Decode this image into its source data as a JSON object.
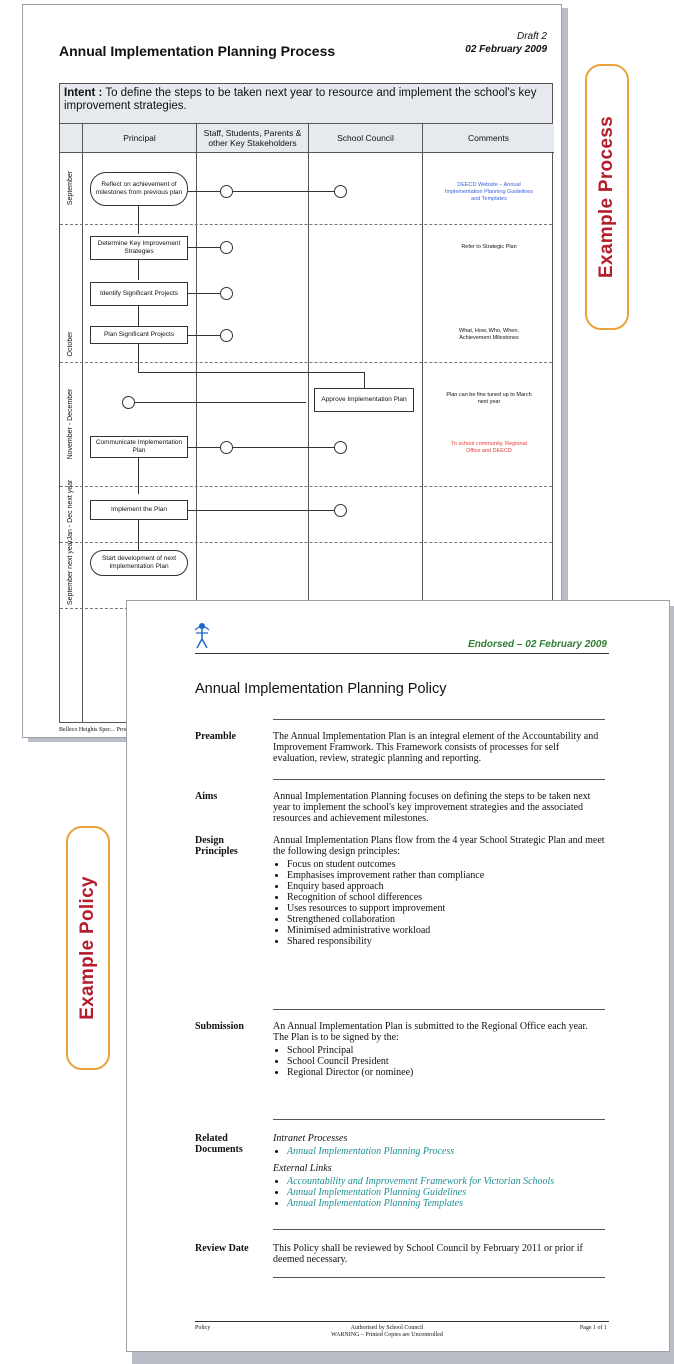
{
  "process_doc": {
    "title": "Annual Implementation Planning Process",
    "draft": "Draft 2",
    "date": "02 February 2009",
    "intent_label": "Intent :",
    "intent_text": " To define the steps to be taken next year to resource and implement the school's key improvement strategies.",
    "lanes": [
      "Principal",
      "Staff, Students, Parents & other Key Stakeholders",
      "School Council",
      "Comments"
    ],
    "months": [
      "September",
      "October",
      "November - December",
      "Jan - Dec next year",
      "September next year"
    ],
    "steps": {
      "reflect": "Reflect on achievement of milestones from previous plan",
      "determine": "Determine Key Improvement Strategies",
      "identify": "Identify Significant Projects",
      "plan": "Plan Significant Projects",
      "approve": "Approve Implementation Plan",
      "communicate": "Communicate Implementation Plan",
      "implement": "Implement the Plan",
      "start": "Start development of next Implementation Plan"
    },
    "comments": {
      "c1": "DEECD Website – Annual Implementation Planning Guidelines and Templates",
      "c2": "Refer to Strategic Plan",
      "c3": "What, How, Who, When, Achievement Milestones",
      "c4": "Plan can be fine tuned up to March next year",
      "c5": "To school community, Regional Office and DEECD"
    },
    "footer": "Belleco Heights Spec... Process"
  },
  "badges": {
    "process": "Example Process",
    "policy": "Example Policy"
  },
  "policy_doc": {
    "endorsed": "Endorsed – 02 February 2009",
    "title": "Annual Implementation Planning Policy",
    "preamble": {
      "label": "Preamble",
      "text": "The Annual Implementation Plan is an integral element of the Accountability and Improvement Framwork. This Framework consists of processes for self evaluation, review, strategic planning and reporting."
    },
    "aims": {
      "label": "Aims",
      "text": "Annual Implementation Planning focuses on defining the steps to be taken next year to implement the school's key improvement strategies and the associated resources and achievement milestones."
    },
    "design": {
      "label": "Design Principles",
      "text": "Annual Implementation Plans flow from the 4 year School Strategic Plan and meet the following design principles:",
      "items": [
        "Focus on student outcomes",
        "Emphasises improvement rather than compliance",
        "Enquiry based approach",
        "Recognition of school differences",
        "Uses resources to support improvement",
        "Strengthened collaboration",
        "Minimised administrative workload",
        "Shared responsibility"
      ]
    },
    "submission": {
      "label": "Submission",
      "text": "An Annual Implementation Plan is submitted to the Regional Office each year. The Plan is to be signed by the:",
      "items": [
        "School Principal",
        "School Council President",
        "Regional Director (or nominee)"
      ]
    },
    "related": {
      "label": "Related Documents",
      "intranet_label": "Intranet Processes",
      "intranet_items": [
        "Annual Implementation Planning Process"
      ],
      "external_label": "External Links",
      "external_items": [
        "Accountability and Improvement Framework for Victorian Schools",
        "Annual Implementation Planning Guidelines",
        "Annual Implementation Planning Templates"
      ]
    },
    "review": {
      "label": "Review Date",
      "text": "This Policy shall be reviewed by School Council by February 2011 or prior if deemed necessary."
    },
    "footer": {
      "left": "Policy",
      "center1": "Authorised by School Council",
      "center2": "WARNING – Printed Copies are Uncontrolled",
      "right": "Page 1 of 1"
    }
  }
}
